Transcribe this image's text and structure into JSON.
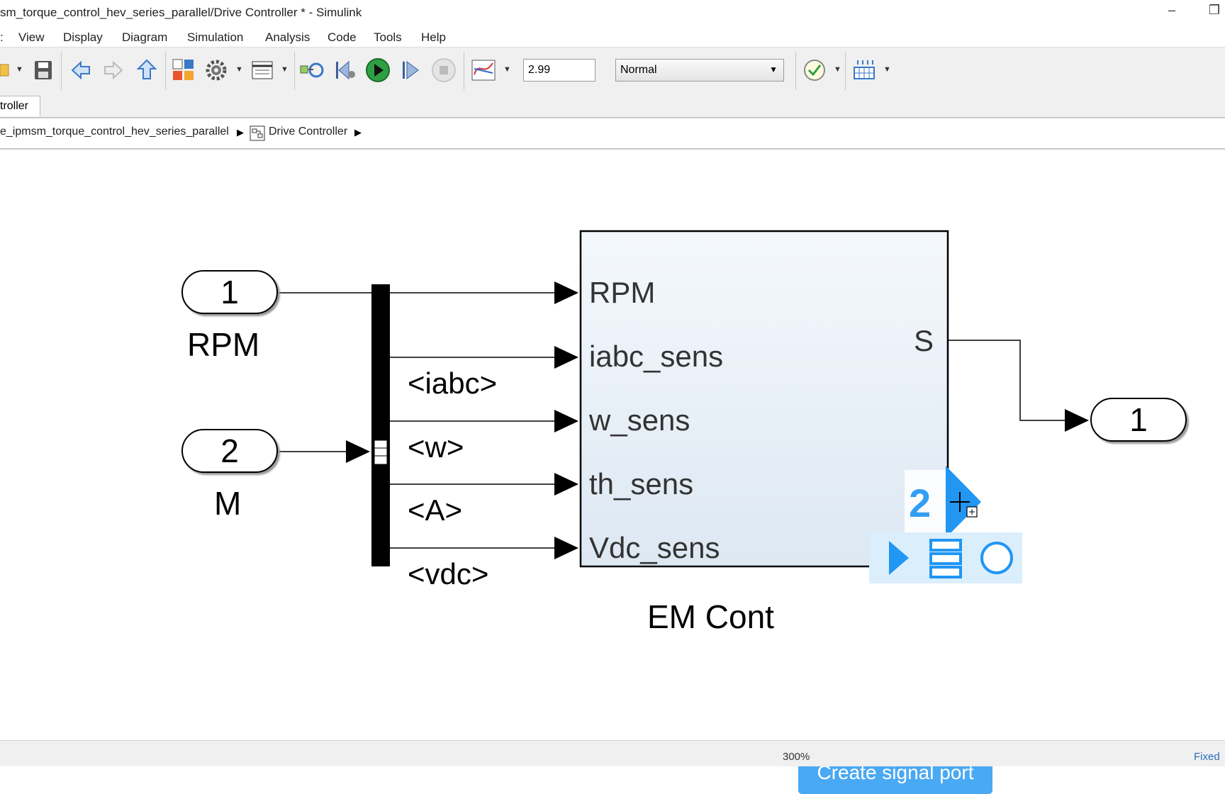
{
  "window": {
    "title": "sm_torque_control_hev_series_parallel/Drive Controller * - Simulink",
    "minimize": "–",
    "restore": "❐"
  },
  "menu": [
    "View",
    "Display",
    "Diagram",
    "Simulation",
    "Analysis",
    "Code",
    "Tools",
    "Help"
  ],
  "toolbar": {
    "stop_time": "2.99",
    "sim_mode": "Normal"
  },
  "tab": {
    "label": "troller"
  },
  "breadcrumb": {
    "root": "e_ipmsm_torque_control_hev_series_parallel",
    "current": "Drive Controller"
  },
  "diagram": {
    "inport1": {
      "number": "1",
      "label": "RPM"
    },
    "inport2": {
      "number": "2",
      "label": "M"
    },
    "bus_signals": [
      "<iabc>",
      "<w>",
      "<A>",
      "<vdc>"
    ],
    "block": {
      "name": "EM Cont",
      "inputs": [
        "RPM",
        "iabc_sens",
        "w_sens",
        "th_sens",
        "Vdc_sens"
      ],
      "output": "S"
    },
    "outport1": {
      "number": "1"
    },
    "new_port_number": "2",
    "tooltip": "Create signal port"
  },
  "status": {
    "zoom": "300%",
    "solver": "Fixed"
  },
  "colors": {
    "accent": "#2196f3",
    "tooltip_bg": "#4aa9f3",
    "block_fill_top": "#f4f8fc",
    "block_fill_bottom": "#dde8f3"
  }
}
